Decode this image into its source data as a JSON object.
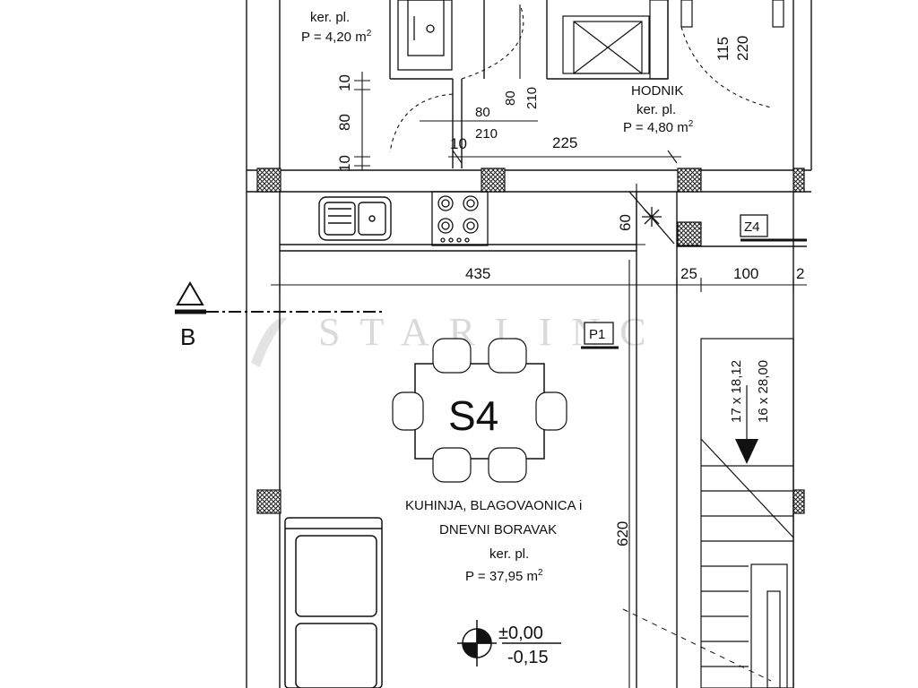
{
  "watermark": "STARLINC",
  "rooms": {
    "top_left": {
      "name": "",
      "floor": "ker. pl.",
      "area": "P = 4,20 m",
      "sup": "2"
    },
    "hodnik": {
      "name": "HODNIK",
      "floor": "ker. pl.",
      "area": "P = 4,80 m",
      "sup": "2"
    },
    "main": {
      "code": "S4",
      "name_line1": "KUHINJA, BLAGOVAONICA i",
      "name_line2": "DNEVNI BORAVAK",
      "floor": "ker. pl.",
      "area": "P = 37,95 m",
      "sup": "2"
    }
  },
  "dimensions": {
    "d115": "115",
    "d220": "220",
    "d10a": "10",
    "d80v": "80",
    "d10b": "10",
    "door1_w": "80",
    "door1_h": "210",
    "door2_w": "80",
    "door2_h": "210",
    "d10c": "10",
    "d225": "225",
    "d60": "60",
    "d435": "435",
    "d25": "25",
    "d100": "100",
    "d2": "2",
    "d620": "620"
  },
  "tags": {
    "z4": "Z4",
    "p1": "P1"
  },
  "section": {
    "label": "B"
  },
  "stairs": {
    "rise": "17 x 18,12",
    "tread": "16 x 28,00"
  },
  "levels": {
    "top": "±0,00",
    "bottom": "-0,15"
  }
}
